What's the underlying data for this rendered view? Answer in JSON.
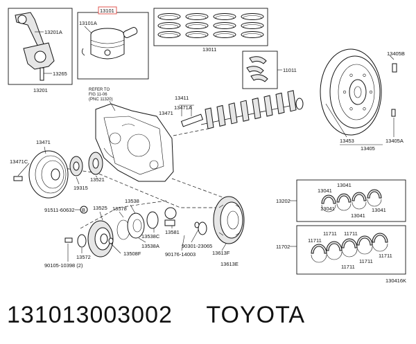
{
  "diagram": {
    "drawing_code": "130416K",
    "labels": {
      "piston_highlight": "13101",
      "piston_pin": "13101A",
      "ring_set": "13011",
      "conrod_bolt": "13201A",
      "conrod_nut": "13265",
      "conrod": "13201",
      "thrust_washer_set": "11011",
      "flywheel_bolt": "13405B",
      "flywheel": "13405",
      "flywheel_ring_gear": "13453",
      "flywheel_pin": "13405A",
      "crankshaft": "13411",
      "crank_key": "13471A",
      "crank_key_alt": "13471",
      "refer_to_1": "REFER TO",
      "refer_to_2": "FIG 11-06",
      "refer_to_3": "(PNC 11320)",
      "pulley": "13471",
      "pulley_bolt": "13471C",
      "crank_gear": "19315",
      "crank_sprocket": "13521",
      "con_bearing_box": "13202",
      "con_bearing_a": "13041",
      "con_bearing_b": "13041",
      "con_bearing_c": "13041",
      "con_bearing_d": "13041",
      "con_bearing_e": "13041",
      "main_bearing_box": "11702",
      "main_bearing_a": "11711",
      "main_bearing_b": "11711",
      "main_bearing_c": "11711",
      "main_bearing_d": "11711",
      "main_bearing_e": "11711",
      "main_bearing_f": "11711",
      "bolt_left": "91511-60632",
      "bolt_left_marker": "B",
      "gear_a": "13525",
      "gear_b": "13578",
      "gear_c": "13538",
      "spacer": "13538C",
      "gear_d": "13538A",
      "washer": "13581",
      "bolt_bottom": "90105-10398 (2)",
      "gear_small": "13572",
      "gear_e": "13508F",
      "seal_a": "90301-23065",
      "seal_b": "90176-14003",
      "balancer_a": "13613F",
      "balancer_b": "13613E"
    }
  },
  "caption": {
    "part_number": "131013003002",
    "brand": "TOYOTA"
  }
}
